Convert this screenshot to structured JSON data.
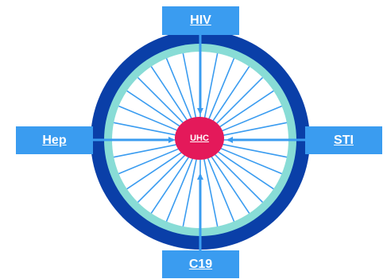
{
  "colors": {
    "outer_ring": "#0a3fa8",
    "inner_ring": "#88dcd6",
    "spoke": "#3a9cf0",
    "hub": "#e4195a",
    "label_box": "#3a9cf0",
    "arrow": "#3a9cf0"
  },
  "hub": {
    "label": "UHC"
  },
  "labels": {
    "top": "HIV",
    "left": "Hep",
    "right": "STI",
    "bottom": "C19"
  }
}
